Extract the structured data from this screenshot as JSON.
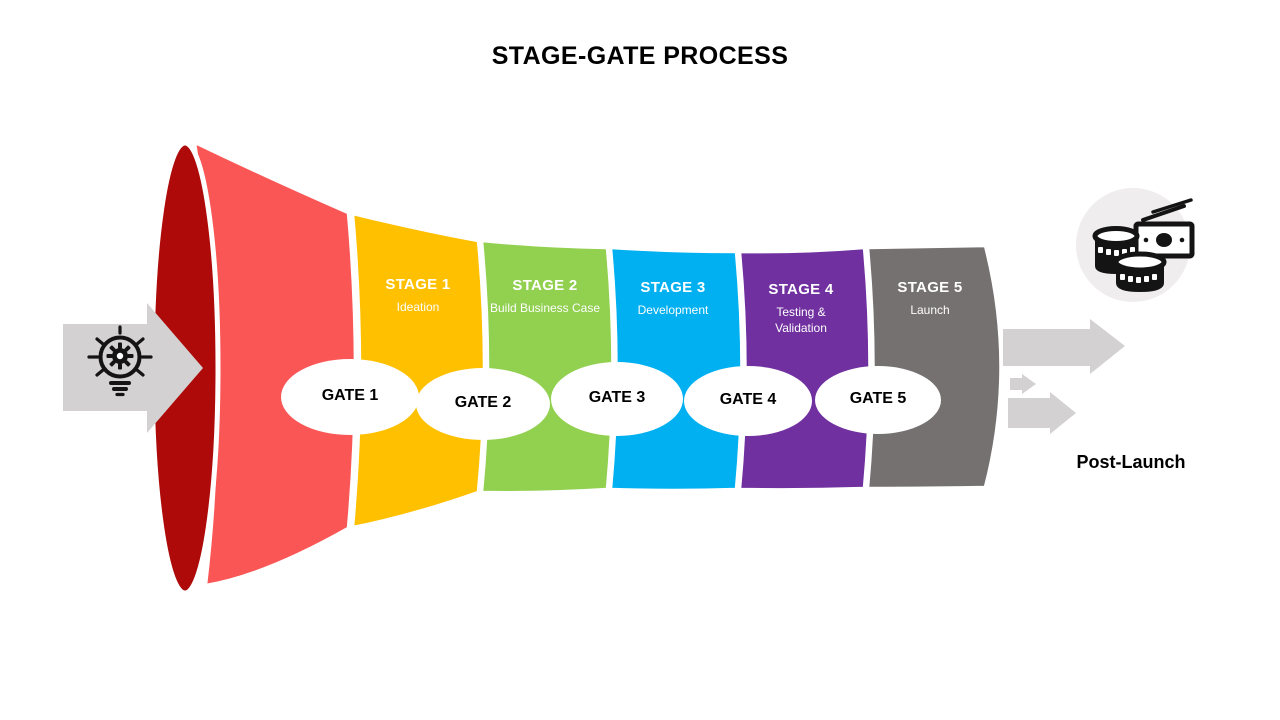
{
  "title": "STAGE-GATE PROCESS",
  "funnel": {
    "mouth_color": "#AE0A0A",
    "entry_color": "#FA5656"
  },
  "stages": [
    {
      "label": "STAGE 1",
      "sublabel": "Ideation",
      "color": "#FFC000"
    },
    {
      "label": "STAGE 2",
      "sublabel": "Build Business Case",
      "color": "#92D050"
    },
    {
      "label": "STAGE 3",
      "sublabel": "Development",
      "color": "#00B0F0"
    },
    {
      "label": "STAGE 4",
      "sublabel": "Testing & Validation",
      "color": "#7030A0"
    },
    {
      "label": "STAGE 5",
      "sublabel": "Launch",
      "color": "#767171"
    }
  ],
  "gates": [
    {
      "label": "GATE 1"
    },
    {
      "label": "GATE 2"
    },
    {
      "label": "GATE 3"
    },
    {
      "label": "GATE 4"
    },
    {
      "label": "GATE 5"
    }
  ],
  "output": {
    "label": "Post-Launch"
  },
  "icons": {
    "input": "lightbulb-gear-icon",
    "output": "money-coins-icon"
  },
  "colors": {
    "arrow_gray": "#D3D1D1",
    "icon_circle_bg": "#EFEDED",
    "icon_black": "#141414"
  }
}
